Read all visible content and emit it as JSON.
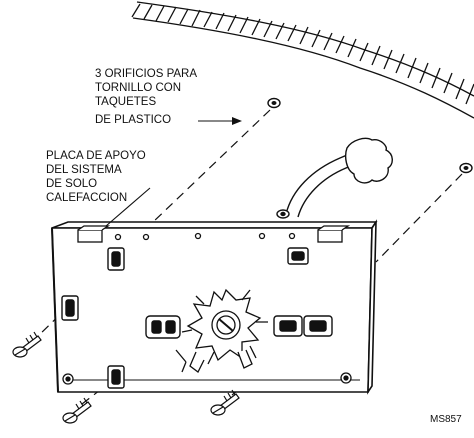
{
  "callouts": {
    "anchors": {
      "lines": [
        "3 ORIFICIOS PARA",
        "TORNILLO CON",
        "TAQUETES",
        "DE PLASTICO"
      ]
    },
    "plate": {
      "lines": [
        "PLACA DE APOYO",
        "DEL SISTEMA",
        "DE SOLO",
        "CALEFACCION"
      ]
    }
  },
  "figure_id": "MS857"
}
